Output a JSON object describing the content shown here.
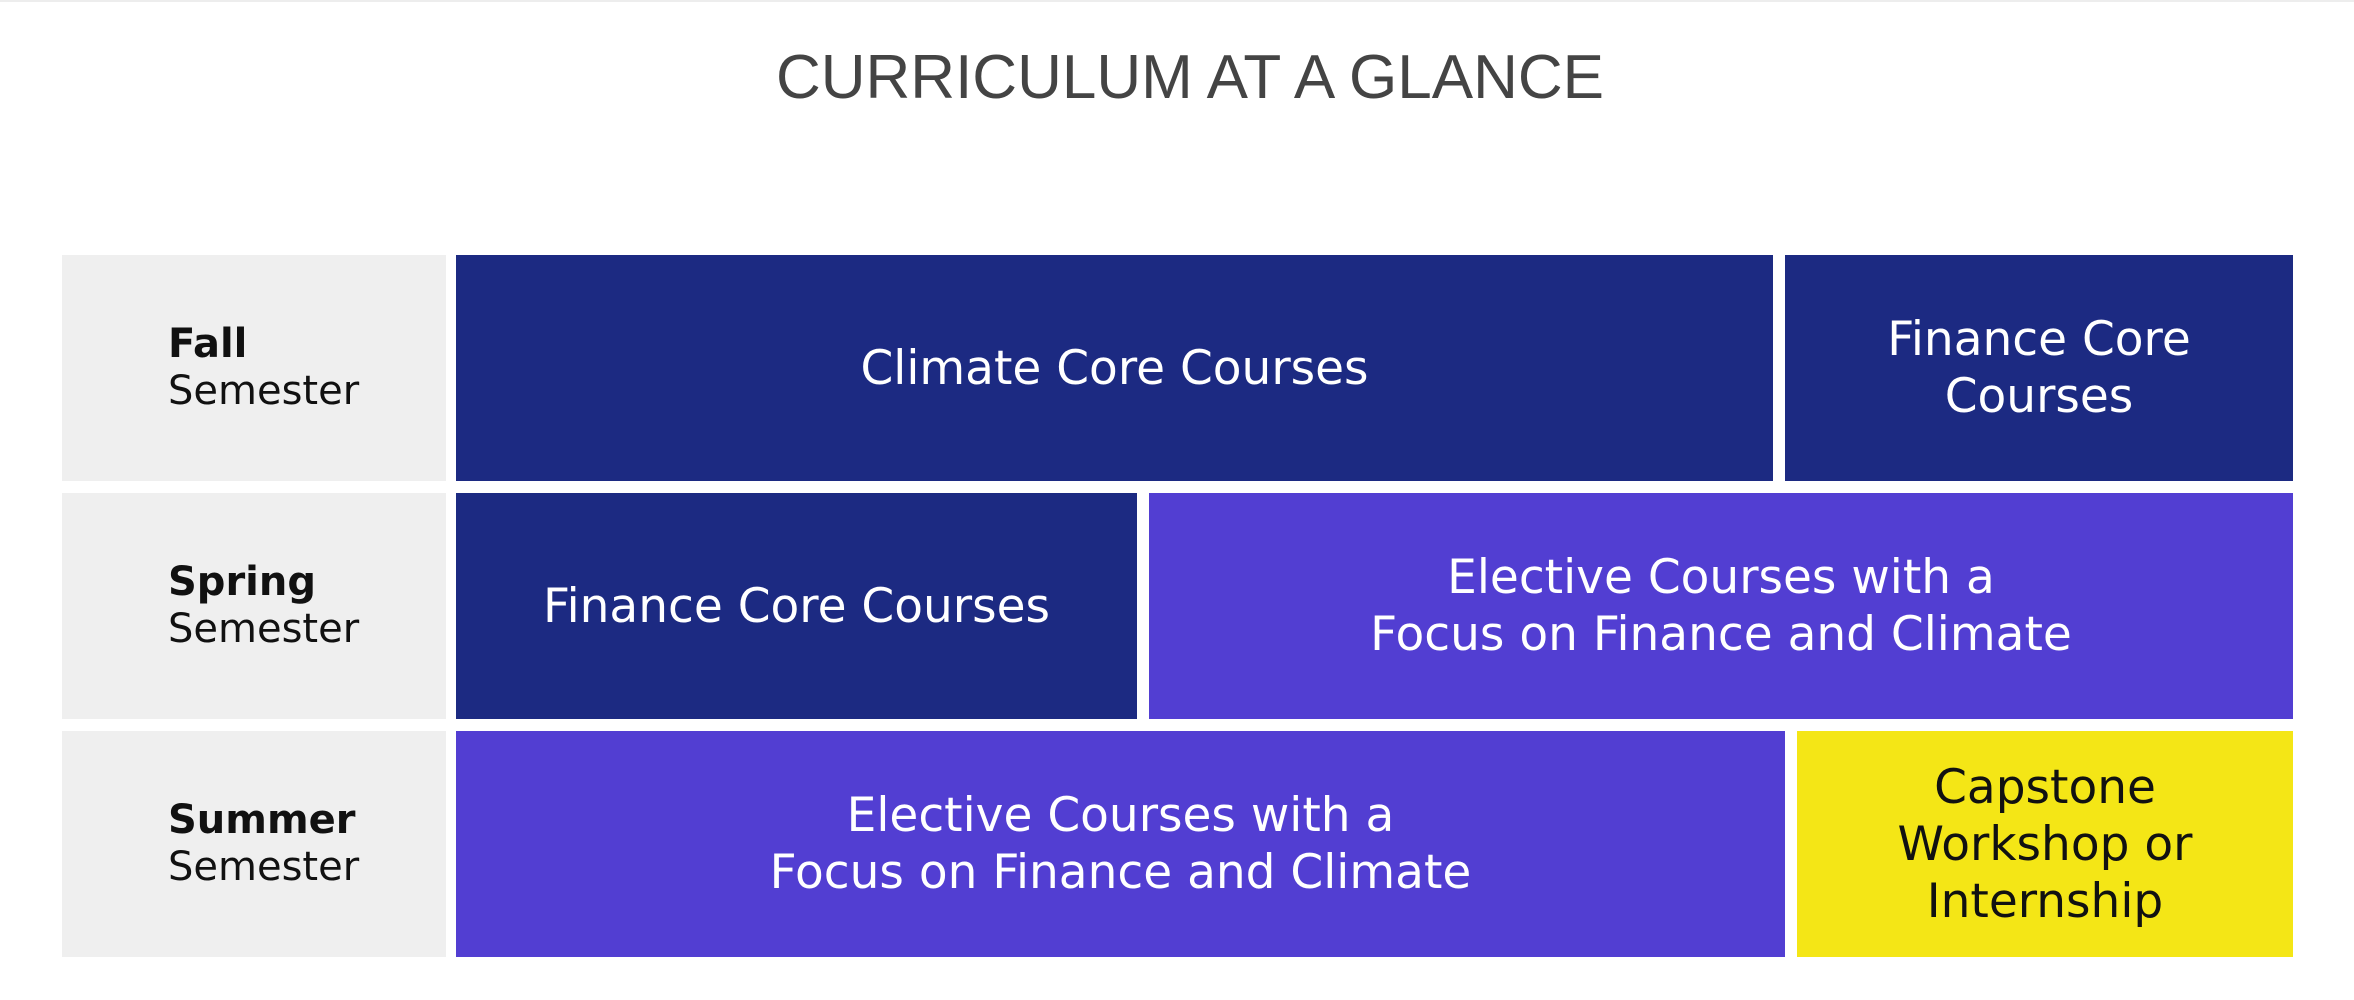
{
  "title": "CURRICULUM AT A GLANCE",
  "rows": [
    {
      "term": "Fall",
      "suffix": "Semester",
      "blocks": [
        {
          "lines": [
            "Climate Core Courses"
          ],
          "color": "#1c2a82"
        },
        {
          "lines": [
            "Finance Core",
            "Courses"
          ],
          "color": "#1c2a82"
        }
      ]
    },
    {
      "term": "Spring",
      "suffix": "Semester",
      "blocks": [
        {
          "lines": [
            "Finance Core Courses"
          ],
          "color": "#1c2a82"
        },
        {
          "lines": [
            "Elective Courses with a",
            "Focus on Finance and Climate"
          ],
          "color": "#523ed2"
        }
      ]
    },
    {
      "term": "Summer",
      "suffix": "Semester",
      "blocks": [
        {
          "lines": [
            "Elective Courses with a",
            "Focus on Finance and Climate"
          ],
          "color": "#523ed2"
        },
        {
          "lines": [
            "Capstone",
            "Workshop or",
            "Internship"
          ],
          "color": "#f4e616"
        }
      ]
    }
  ]
}
